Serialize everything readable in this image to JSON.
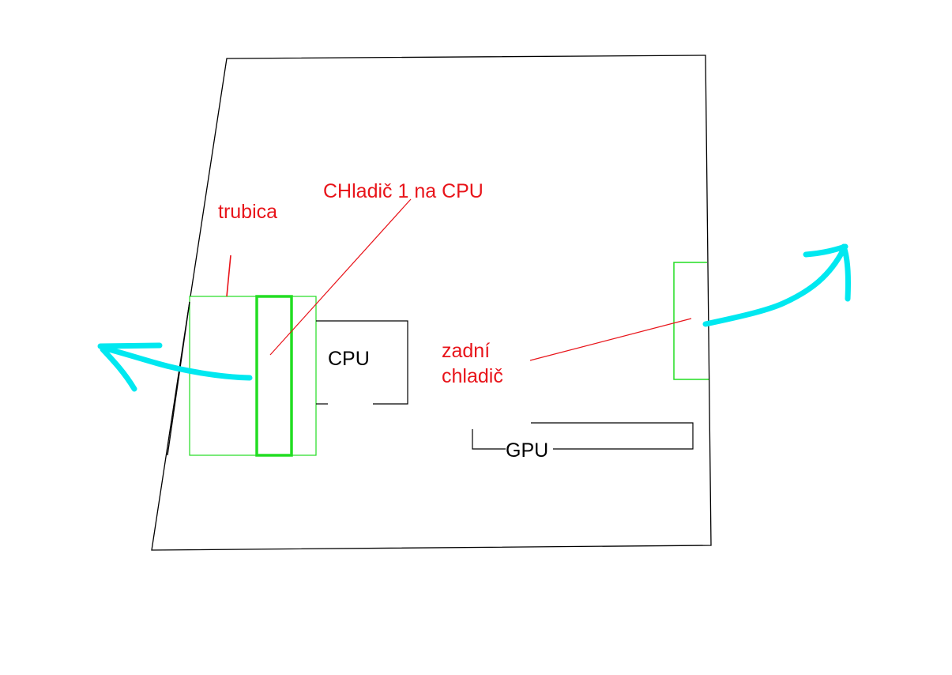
{
  "labels": {
    "tube": "trubica",
    "cpu_cooler": "CHladič 1 na CPU",
    "cpu": "CPU",
    "rear_cooler_line1": "zadní",
    "rear_cooler_line2": "chladič",
    "gpu": "GPU"
  },
  "colors": {
    "background": "#ffffff",
    "outline": "#000000",
    "annotation": "#e8141a",
    "cooler": "#22dd22",
    "airflow": "#00e8f0"
  }
}
